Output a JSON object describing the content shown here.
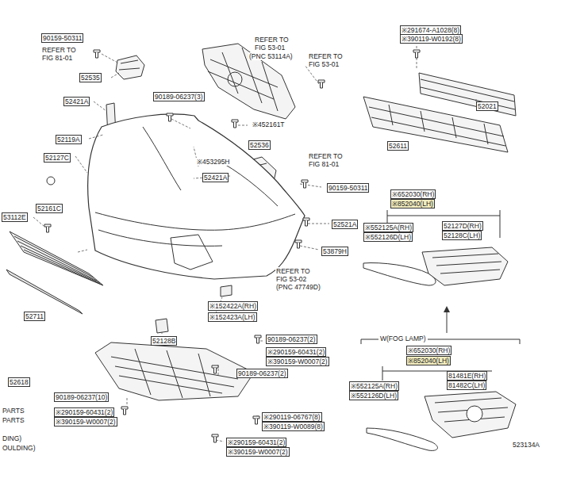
{
  "diagram": {
    "nodes": [
      {
        "text": [
          "W(FOG LAMP)"
        ]
      }
    ],
    "labels": [
      "90159-50311",
      "REFER TO",
      "FIG 81-01",
      "52535",
      "52421A",
      "52119A",
      "52127C",
      "53112E",
      "52161C",
      "52711",
      "REFER TO",
      "FIG 53-01",
      "(PNC 53114A)",
      "REFER TO",
      "FIG 53-01",
      "90189-06237(3)",
      "※452161T",
      "52536",
      "REFER TO",
      "FIG 81-01",
      "※453295H",
      "52421A",
      "90159-50311",
      "52521A",
      "53879H",
      "REFER TO",
      "FIG 53-02",
      "(PNC 47749D)",
      "※152422A(RH)",
      "※152423A(LH)",
      "52128B",
      "90189-06237(2)",
      "※290159-60431(2)",
      "※390159-W0007(2)",
      "90189-06237(2)",
      "52618",
      "90189-06237(10)",
      "PARTS",
      "PARTS",
      "※290159-60431(2)",
      "※390159-W0007(2)",
      "※290119-06767(8)",
      "※390119-W0089(8)",
      "DING)",
      "※290159-60431(2)",
      "OULDING)",
      "※390159-W0007(2)",
      "※291674-A1028(8)",
      "※390119-W0192(8)",
      "52021",
      "52611",
      "※652030(RH)",
      "※852040(LH)",
      "※552125A(RH)",
      "※552126D(LH)",
      "52127D(RH)",
      "52128C(LH)",
      "※652030(RH)",
      "※852040(LH)",
      "※552125A(RH)",
      "※552126D(LH)",
      "81481E(RH)",
      "81482C(LH)",
      "523134A"
    ]
  }
}
